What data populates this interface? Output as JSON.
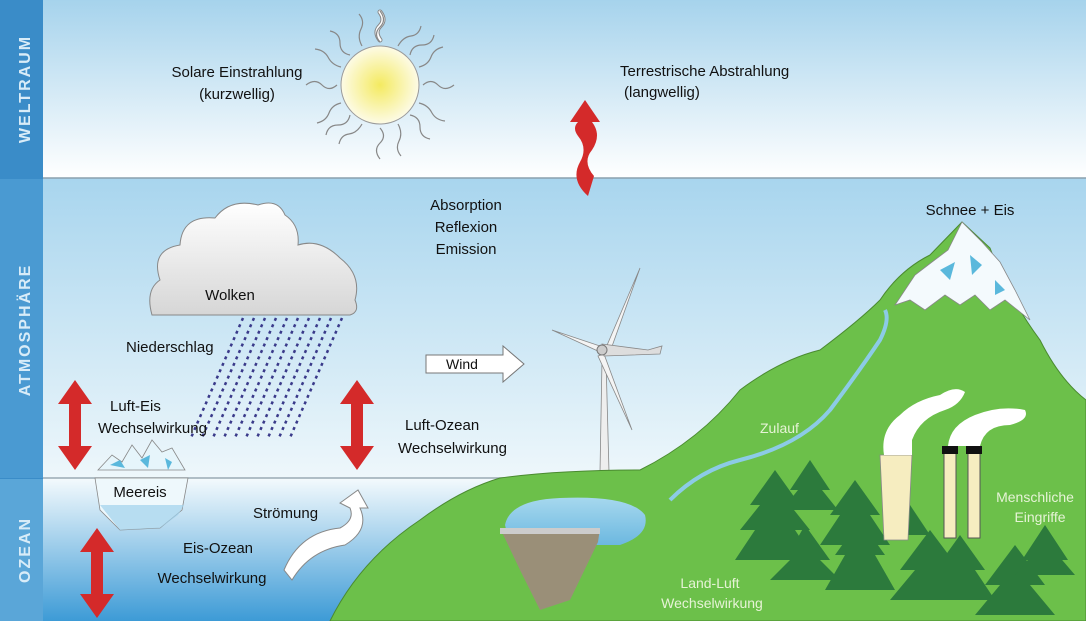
{
  "zones": {
    "space": "WELTRAUM",
    "atmosphere": "ATMOSPHÄRE",
    "ocean": "OZEAN"
  },
  "labels": {
    "solar_1": "Solare Einstrahlung",
    "solar_2": "(kurzwellig)",
    "terrestrial_1": "Terrestrische Abstrahlung",
    "terrestrial_2": "(langwellig)",
    "absorption": "Absorption",
    "reflexion": "Reflexion",
    "emission": "Emission",
    "snow_ice": "Schnee + Eis",
    "clouds": "Wolken",
    "precipitation": "Niederschlag",
    "wind": "Wind",
    "air_ice_1": "Luft-Eis",
    "air_ice_2": "Wechselwirkung",
    "air_ocean_1": "Luft-Ozean",
    "air_ocean_2": "Wechselwirkung",
    "sea_ice": "Meereis",
    "current": "Strömung",
    "ice_ocean_1": "Eis-Ozean",
    "ice_ocean_2": "Wechselwirkung",
    "inflow": "Zulauf",
    "human_1": "Menschliche",
    "human_2": "Eingriffe",
    "land_air_1": "Land-Luft",
    "land_air_2": "Wechselwirkung"
  },
  "colors": {
    "band": "#3a8cc8",
    "arrow_red": "#d42a2a",
    "land": "#6cc04a",
    "tree": "#2c7a3c",
    "rain": "#3a3a8a"
  }
}
